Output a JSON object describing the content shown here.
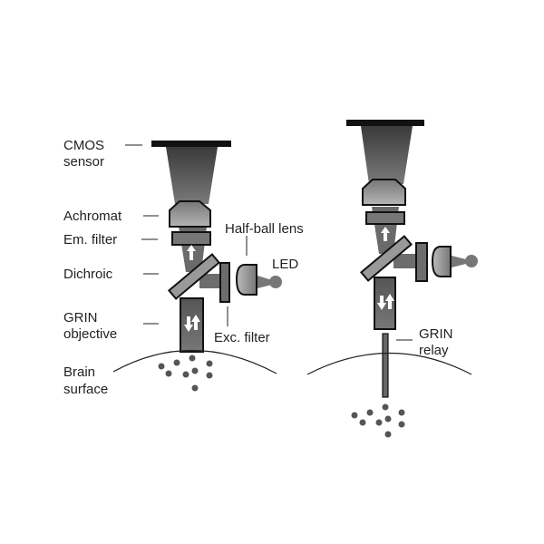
{
  "labels": {
    "cmos_line1": "CMOS",
    "cmos_line2": "sensor",
    "achromat": "Achromat",
    "em_filter": "Em. filter",
    "dichroic": "Dichroic",
    "grin_obj_line1": "GRIN",
    "grin_obj_line2": "objective",
    "brain_line1": "Brain",
    "brain_line2": "surface",
    "half_ball_lens": "Half-ball lens",
    "led": "LED",
    "exc_filter": "Exc. filter",
    "grin_relay_line1": "GRIN",
    "grin_relay_line2": "relay"
  },
  "colors": {
    "outline": "#111111",
    "component": "#8a8a8a",
    "beam_dark": "#555555",
    "text": "#222222"
  }
}
